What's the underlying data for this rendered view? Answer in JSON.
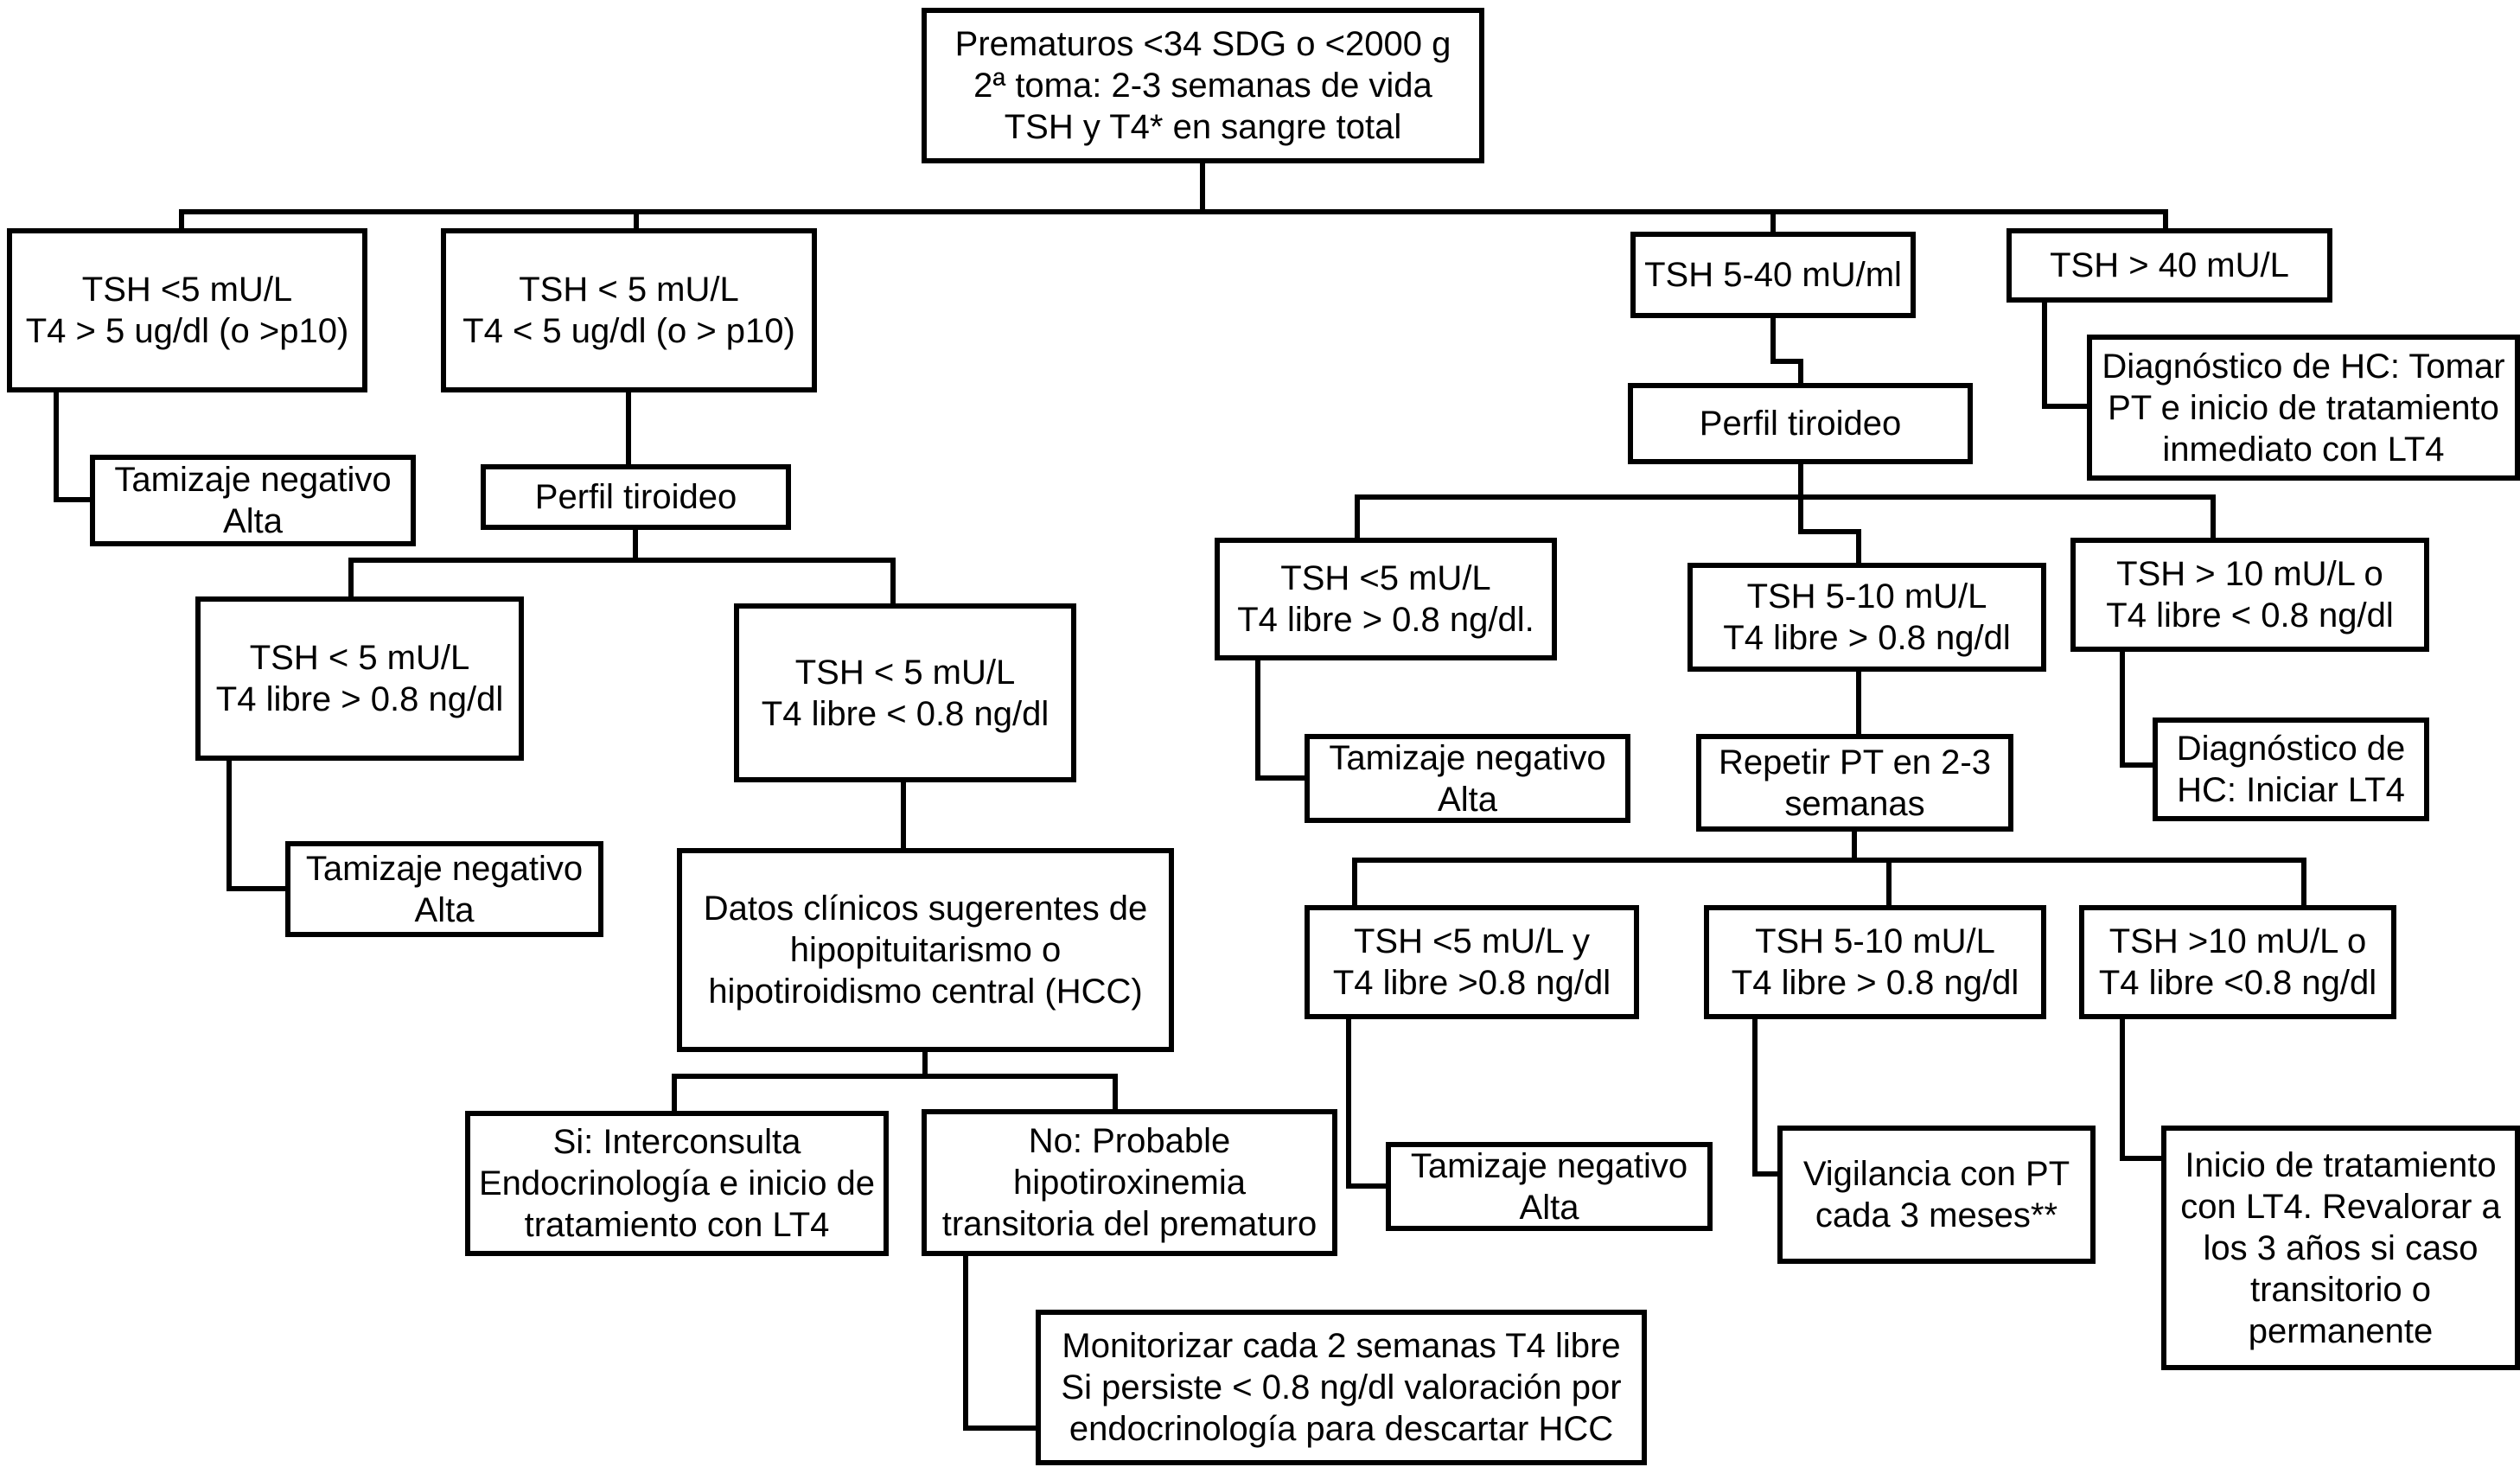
{
  "title": "Algoritmo de tamizaje tiroideo en prematuros",
  "colors": {
    "background": "#ffffff",
    "box_border": "#000000",
    "line": "#000000",
    "text": "#000000"
  },
  "nodes": {
    "root": "Prematuros <34 SDG o <2000 g\n2ª toma:  2-3 semanas de vida\nTSH y T4* en sangre total",
    "tsh_lt5_t4_gt5": "TSH <5 mU/L\nT4 > 5 ug/dl (o >p10)",
    "tsh_lt5_t4_lt5": "TSH < 5 mU/L\nT4 < 5 ug/dl (o > p10)",
    "tsh_5_40": "TSH 5-40 mU/ml",
    "tsh_gt_40": "TSH > 40 mU/L",
    "tamizaje_negativo_1": "Tamizaje negativo\nAlta",
    "perfil_tiroideo_1": "Perfil tiroideo",
    "tsh_lt5_t4libre_gt08": "TSH < 5 mU/L\nT4 libre > 0.8 ng/dl",
    "tsh_lt5_t4libre_lt08": "TSH < 5 mU/L\nT4 libre < 0.8 ng/dl",
    "tamizaje_negativo_2": "Tamizaje negativo\nAlta",
    "datos_clinicos": "Datos clínicos sugerentes de\nhipopituitarismo o\nhipotiroidismo central (HCC)",
    "si_interconsulta": "Si: Interconsulta\nEndocrinología e inicio de\ntratamiento con LT4",
    "no_probable": "No: Probable\nhipotiroxinemia\ntransitoria del prematuro",
    "monitorizar": "Monitorizar cada 2 semanas T4 libre\nSi persiste < 0.8 ng/dl valoración por\nendocrinología para descartar HCC",
    "perfil_tiroideo_2": "Perfil tiroideo",
    "dx_hc_tomar": "Diagnóstico de HC: Tomar\nPT e inicio de tratamiento\ninmediato con LT4",
    "r_tsh_lt5": "TSH <5 mU/L\nT4 libre > 0.8 ng/dl.",
    "r_tsh_5_10": "TSH 5-10 mU/L\nT4 libre > 0.8 ng/dl",
    "r_tsh_gt10": "TSH > 10 mU/L o\nT4 libre < 0.8 ng/dl",
    "tamizaje_negativo_3": "Tamizaje negativo\nAlta",
    "repetir_pt": "Repetir PT en 2-3\nsemanas",
    "dx_hc_iniciar": "Diagnóstico de\nHC: Iniciar  LT4",
    "q_tsh_lt5": "TSH <5 mU/L y\nT4 libre >0.8 ng/dl",
    "q_tsh_5_10": "TSH 5-10 mU/L\nT4 libre > 0.8 ng/dl",
    "q_tsh_gt10": "TSH >10 mU/L o\nT4 libre <0.8 ng/dl",
    "tamizaje_negativo_4": "Tamizaje negativo\nAlta",
    "vigilancia": "Vigilancia con  PT\ncada 3 meses**",
    "inicio_tratamiento": "Inicio de tratamiento\ncon LT4. Revalorar a\nlos 3 años si caso\ntransitorio o\npermanente"
  }
}
